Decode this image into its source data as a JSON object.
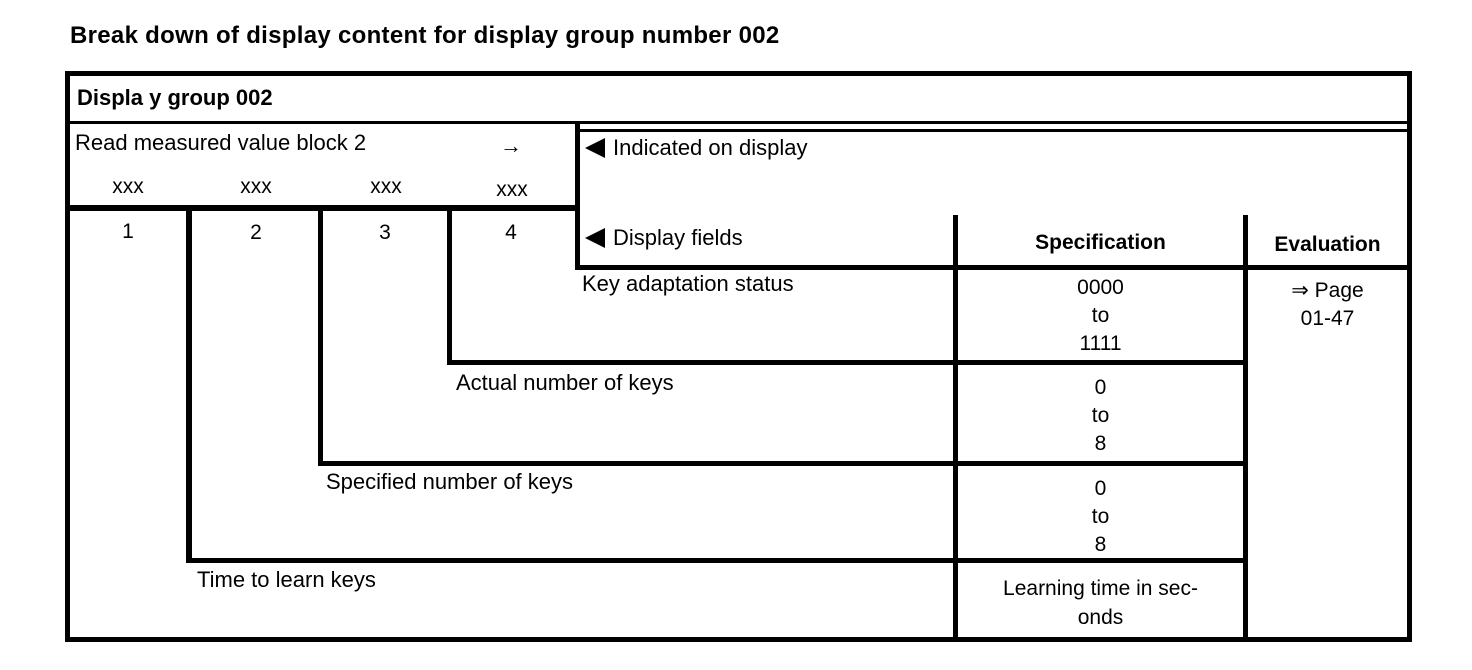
{
  "title": "Break down of display content for display group number 002",
  "group_header": "Displa y group 002",
  "read_block": {
    "label": "Read measured value block 2",
    "arrow": "→",
    "values": [
      "xxx",
      "xxx",
      "xxx",
      "xxx"
    ]
  },
  "indicated": "Indicated on display",
  "display_fields": "Display fields",
  "field_numbers": [
    "1",
    "2",
    "3",
    "4"
  ],
  "headers": {
    "specification": "Specification",
    "evaluation": "Evaluation"
  },
  "rows": [
    {
      "label": "Key adaptation status",
      "spec": [
        "0000",
        "to",
        "1111"
      ]
    },
    {
      "label": "Actual number of keys",
      "spec": [
        "0",
        "to",
        "8"
      ]
    },
    {
      "label": "Specified number of keys",
      "spec": [
        "0",
        "to",
        "8"
      ]
    },
    {
      "label": "Time to learn keys",
      "spec": [
        "Learning time in sec-",
        "onds"
      ]
    }
  ],
  "evaluation": [
    "⇒ Page",
    "01-47"
  ]
}
